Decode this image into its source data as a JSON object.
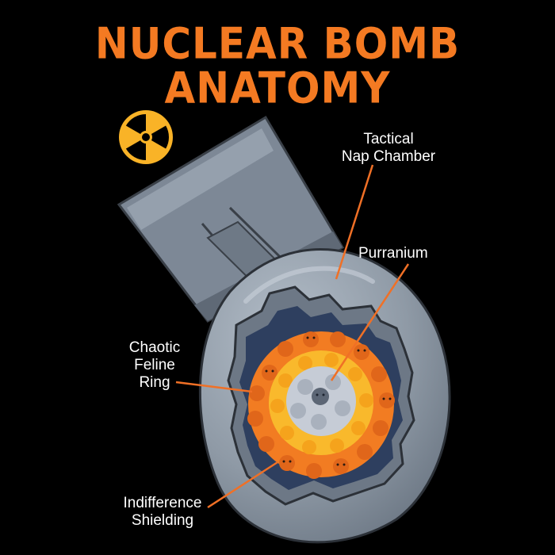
{
  "title": {
    "line1": "NUCLEAR BOMB",
    "line2": "ANATOMY"
  },
  "icons": {
    "radiation": "radiation-icon"
  },
  "labels": {
    "tactical": "Tactical\nNap Chamber",
    "purranium": "Purranium",
    "chaotic": "Chaotic\nFeline\nRing",
    "indifference": "Indifference\nShielding"
  },
  "colors": {
    "title": "#f47a22",
    "radiation_yellow": "#f9b327",
    "leader_line": "#f07026",
    "bomb_shell": "#8c97a3",
    "core_gray_cats": "#c6ccd6",
    "yellow_cats": "#f9b92c",
    "orange_cats": "#f27c22"
  }
}
